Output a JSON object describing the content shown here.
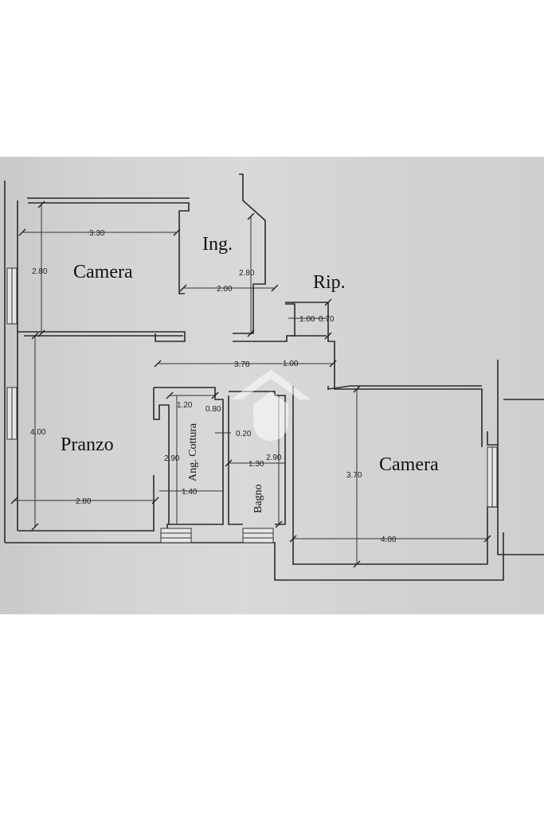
{
  "rooms": {
    "camera_1": "Camera",
    "ingresso": "Ing.",
    "ripostiglio": "Rip.",
    "pranzo": "Pranzo",
    "angolo_cottura": "Ang. Cottura",
    "bagno": "Bagno",
    "camera_2": "Camera"
  },
  "dimensions": {
    "camera_1_width": "3.30",
    "camera_1_depth": "2.80",
    "ingresso_width": "2.00",
    "ingresso_depth": "2.80",
    "rip_width": "1.00",
    "rip_depth": "0.70",
    "corridor_length": "3.78",
    "corridor_width": "1.00",
    "pranzo_depth": "4.00",
    "pranzo_width": "2.80",
    "cottura_top": "1.20",
    "cottura_niche_a": "0.80",
    "cottura_niche_b": "0.20",
    "cottura_depth": "2.90",
    "cottura_width": "1.40",
    "bagno_width": "1.30",
    "bagno_depth": "2.90",
    "camera_2_depth": "3.70",
    "camera_2_width": "4.00"
  },
  "watermark": {
    "icon": "house-logo-icon",
    "color": "#ffffff"
  }
}
